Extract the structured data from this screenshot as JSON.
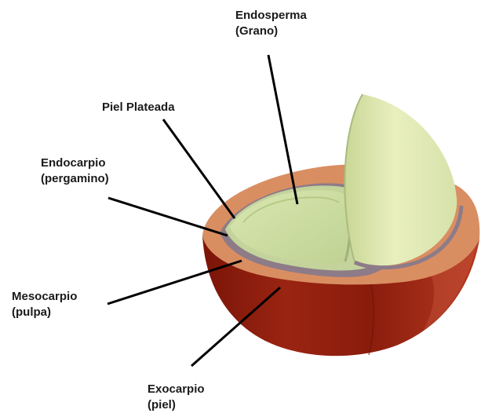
{
  "labels": {
    "endosperma": {
      "line1": "Endosperma",
      "line2": "(Grano)"
    },
    "piel_plateada": {
      "line1": "Piel Plateada"
    },
    "endocarpio": {
      "line1": "Endocarpio",
      "line2": "(pergamino)"
    },
    "mesocarpio": {
      "line1": "Mesocarpio",
      "line2": "(pulpa)"
    },
    "exocarpio": {
      "line1": "Exocarpio",
      "line2": "(piel)"
    }
  },
  "colors": {
    "exocarpio": "#8e1c0e",
    "mesocarpio": "#d98e62",
    "endocarpio": "#8d7b88",
    "piel_plateada": "#c3d39b",
    "endosperma": "#cfe0a6",
    "leader_line": "#000000",
    "label_text": "#1a1a1a"
  }
}
